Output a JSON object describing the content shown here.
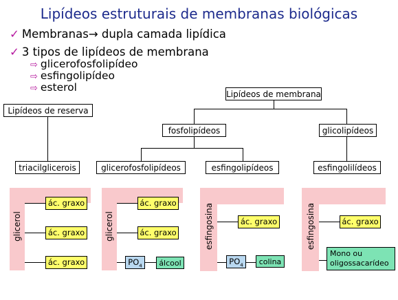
{
  "title": "Lipídeos estruturais de membranas biológicas",
  "bullets": [
    {
      "text": "Membranas",
      "arrow": "→",
      "rest": " dupla camada lipídica"
    },
    {
      "text": "3 tipos de lipídeos de membrana"
    }
  ],
  "subitems": [
    "glicerofosfolipídeo",
    "esfingolipídeo",
    "esterol"
  ],
  "tree": {
    "root": "Lipídeos de membrana",
    "fosfolipideos": "fosfolipídeos",
    "glicolipideos": "glicolipídeos",
    "glicerofosfolipideos": "glicerofosfolipídeos",
    "esfingolipideos": "esfingolipídeos",
    "esfingolilideos": "esfingolilídeos",
    "reserva": "Lipídeos de reserva",
    "triacil": "triacilglicerois"
  },
  "structures": {
    "s1": {
      "backbone": "glicerol",
      "items": [
        "ác. graxo",
        "ác. graxo",
        "ác. graxo"
      ]
    },
    "s2": {
      "backbone": "glicerol",
      "items": [
        "ác. graxo",
        "ác. graxo"
      ],
      "po": "PO",
      "po_sub": "4",
      "alc": "álcool"
    },
    "s3": {
      "backbone": "esfingosina",
      "item": "ác. graxo",
      "po": "PO",
      "po_sub": "4",
      "colina": "colina"
    },
    "s4": {
      "backbone": "esfingosina",
      "item": "ác. graxo",
      "mono": "Mono ou oligossacarídeo"
    }
  },
  "colors": {
    "title": "#1c2a8c",
    "pink": "#f9c9cc",
    "yellow": "#ffff6b",
    "blue": "#b9d8f0",
    "green": "#7de3b4",
    "accent": "#b5179e"
  }
}
